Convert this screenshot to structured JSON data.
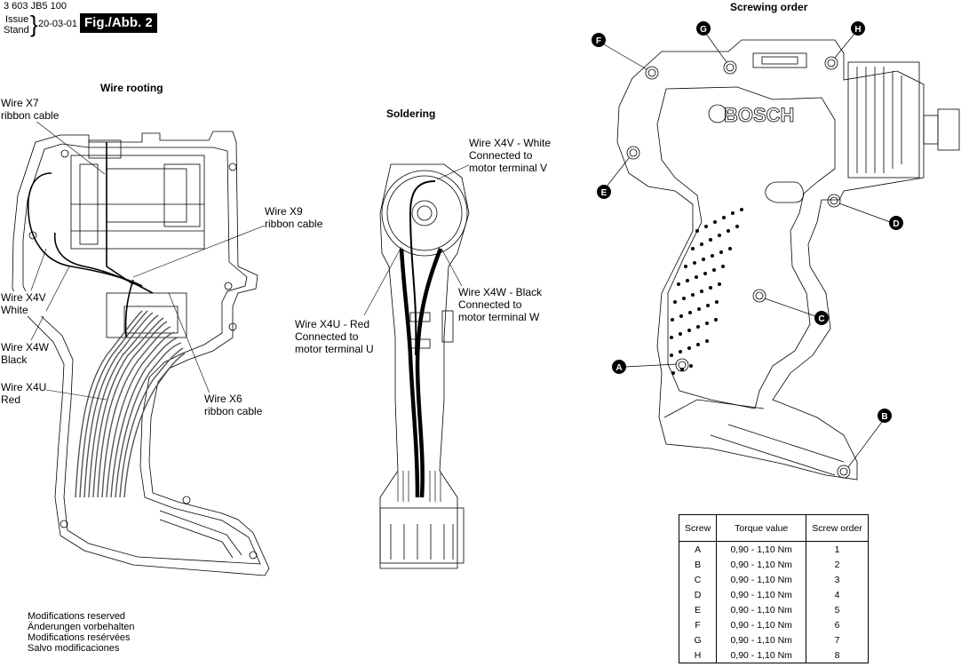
{
  "header": {
    "doc_number": "3 603 JB5 100",
    "issue_label": "Issue",
    "stand_label": "Stand",
    "date": "20-03-01",
    "figure": "Fig./Abb. 2"
  },
  "sections": {
    "wire_rooting": "Wire rooting",
    "soldering": "Soldering",
    "screwing_order": "Screwing order"
  },
  "wire_labels": {
    "x7": "Wire X7\nribbon cable",
    "x9": "Wire X9\nribbon cable",
    "x4v": "Wire X4V\nWhite",
    "x4w": "Wire X4W\nBlack",
    "x4u": "Wire X4U\nRed",
    "x6": "Wire X6\nribbon cable"
  },
  "solder_labels": {
    "v": "Wire X4V - White\nConnected to\nmotor terminal V",
    "w": "Wire X4W - Black\nConnected to\nmotor terminal W",
    "u": "Wire X4U - Red\nConnected to\nmotor terminal U"
  },
  "brand": "BOSCH",
  "screws": {
    "A": "A",
    "B": "B",
    "C": "C",
    "D": "D",
    "E": "E",
    "F": "F",
    "G": "G",
    "H": "H"
  },
  "table": {
    "headers": [
      "Screw",
      "Torque value",
      "Screw order"
    ],
    "rows": [
      [
        "A",
        "0,90 - 1,10 Nm",
        "1"
      ],
      [
        "B",
        "0,90 - 1,10 Nm",
        "2"
      ],
      [
        "C",
        "0,90 - 1,10 Nm",
        "3"
      ],
      [
        "D",
        "0,90 - 1,10 Nm",
        "4"
      ],
      [
        "E",
        "0,90 - 1,10 Nm",
        "5"
      ],
      [
        "F",
        "0,90 - 1,10 Nm",
        "6"
      ],
      [
        "G",
        "0,90 - 1,10 Nm",
        "7"
      ],
      [
        "H",
        "0,90 - 1,10 Nm",
        "8"
      ]
    ]
  },
  "modifications": "Modifications reserved\nÄnderungen vorbehalten\nModifications resérvées\nSalvo modificaciones"
}
